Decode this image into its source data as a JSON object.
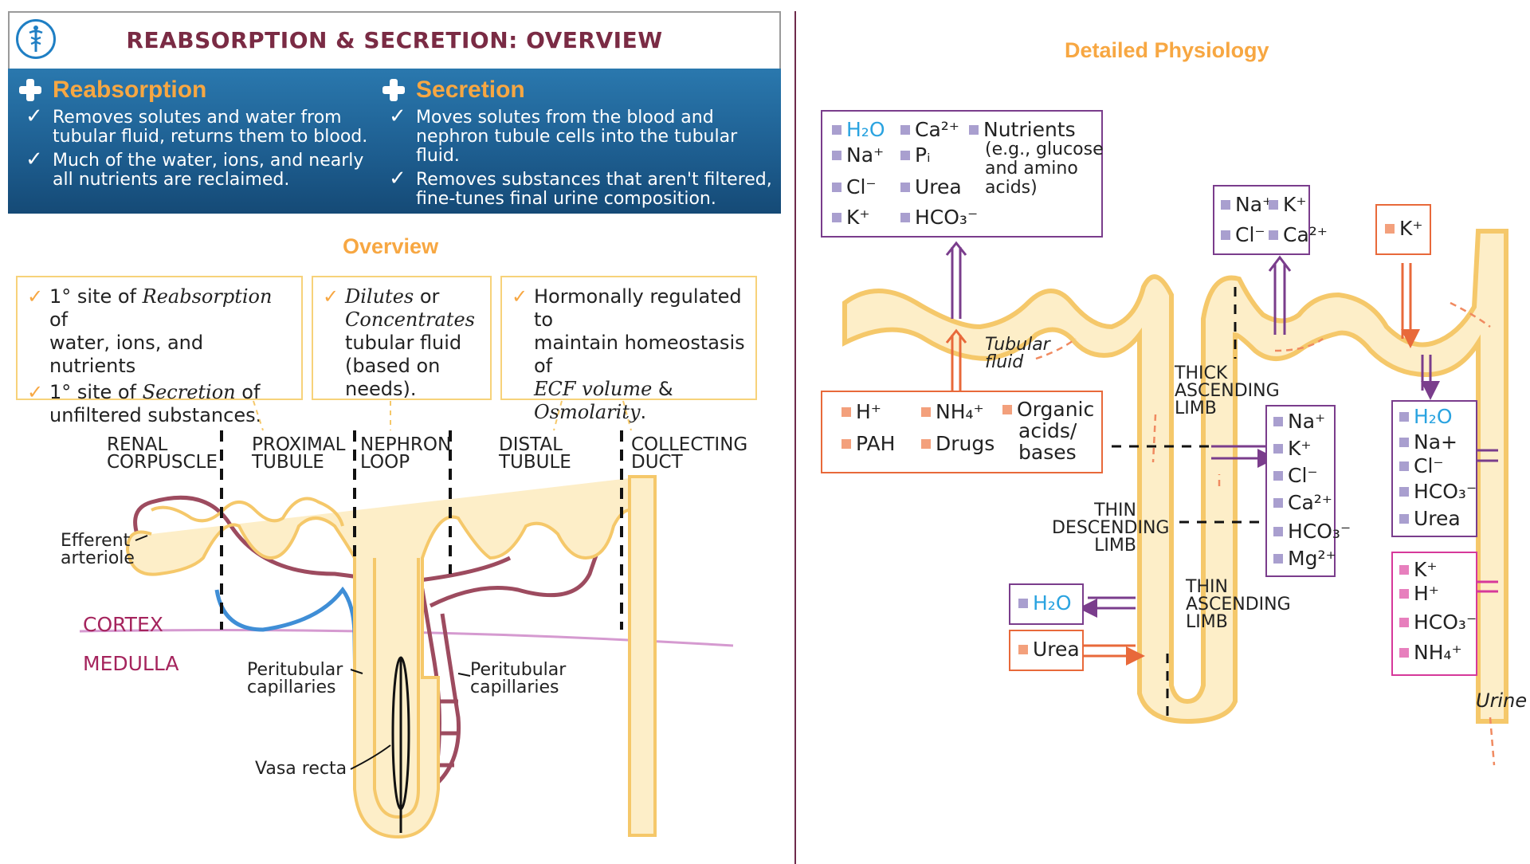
{
  "header": {
    "title": "REABSORPTION & SECRETION: OVERVIEW",
    "logo_icon": "caduceus-icon"
  },
  "reabsorption": {
    "heading": "Reabsorption",
    "bullets": [
      [
        "Removes solutes and water from",
        "tubular fluid, returns them to blood."
      ],
      [
        "Much of the water, ions, and nearly",
        "all nutrients are reclaimed."
      ]
    ]
  },
  "secretion": {
    "heading": "Secretion",
    "bullets": [
      [
        "Moves solutes from the blood and",
        "nephron tubule cells into the tubular fluid."
      ],
      [
        "Removes substances that aren't filtered,",
        "fine-tunes final urine composition."
      ]
    ]
  },
  "overview": {
    "heading": "Overview",
    "box1": {
      "l1a": "1° site of ",
      "l1b": "Reabsorption",
      "l1c": " of",
      "l1d": "water, ions, and nutrients",
      "l2a": "1° site of ",
      "l2b": "Secretion",
      "l2c": " of",
      "l2d": "unfiltered substances."
    },
    "box2": {
      "a": "Dilutes",
      "b": " or",
      "c": "Concentrates",
      "d": "tubular fluid",
      "e": "(based on needs)."
    },
    "box3": {
      "a": "Hormonally regulated to",
      "b": "maintain homeostasis of",
      "c": "ECF volume",
      "d": "  &",
      "e": "Osmolarity",
      "f": "."
    }
  },
  "segments": {
    "renal1": "RENAL",
    "renal2": "CORPUSCLE",
    "prox1": "PROXIMAL",
    "prox2": "TUBULE",
    "loop1": "NEPHRON",
    "loop2": "LOOP",
    "distal1": "DISTAL",
    "distal2": "TUBULE",
    "coll1": "COLLECTING",
    "coll2": "DUCT"
  },
  "zones": {
    "cortex": "CORTEX",
    "medulla": "MEDULLA"
  },
  "vessels": {
    "efferent1": "Efferent",
    "efferent2": "arteriole",
    "peri1": "Peritubular",
    "peri2": "capillaries",
    "peri3": "Peritubular",
    "peri4": "capillaries",
    "vasa": "Vasa recta"
  },
  "detailed": {
    "heading": "Detailed Physiology",
    "tubular1": "Tubular",
    "tubular2": "fluid",
    "thick1": "THICK",
    "thick2": "ASCENDING",
    "thick3": "LIMB",
    "thind1": "THIN",
    "thind2": "DESCENDING",
    "thind3": "LIMB",
    "thina1": "THIN",
    "thina2": "ASCENDING",
    "thina3": "LIMB",
    "urine": "Urine"
  },
  "ions": {
    "pct_reabs": {
      "h2o": "H₂O",
      "na": "Na⁺",
      "cl": "Cl⁻",
      "k": "K⁺",
      "ca": "Ca²⁺",
      "pi": "Pᵢ",
      "urea": "Urea",
      "hco3": "HCO₃⁻",
      "nut1": "Nutrients",
      "nut2": "(e.g., glucose",
      "nut3": "and amino",
      "nut4": "acids)"
    },
    "pct_secr": {
      "h": "H⁺",
      "pah": "PAH",
      "nh4": "NH₄⁺",
      "drugs": "Drugs",
      "org1": "Organic",
      "org2": "acids/",
      "org3": "bases"
    },
    "tal_top": {
      "na": "Na⁺",
      "k": "K⁺",
      "cl": "Cl⁻",
      "ca": "Ca²⁺"
    },
    "dct_secr": {
      "k": "K⁺"
    },
    "tal_side": {
      "na": "Na⁺",
      "k": "K⁺",
      "cl": "Cl⁻",
      "ca": "Ca²⁺",
      "hco3": "HCO₃⁻",
      "mg": "Mg²⁺"
    },
    "cd_reabs": {
      "h2o": "H₂O",
      "na": "Na+",
      "cl": "Cl⁻",
      "hco3": "HCO₃⁻",
      "urea": "Urea"
    },
    "cd_exch": {
      "k": "K⁺",
      "h": "H⁺",
      "hco3": "HCO₃⁻",
      "nh4": "NH₄⁺"
    },
    "tdl_h2o": "H₂O",
    "tal_urea": "Urea"
  },
  "colors": {
    "tubule": "#fdeec8",
    "tubule_edge": "#f5c86a",
    "purple": "#7a3d8c",
    "orange": "#e8693a",
    "pink": "#d6399a",
    "accent": "#f7a742"
  }
}
